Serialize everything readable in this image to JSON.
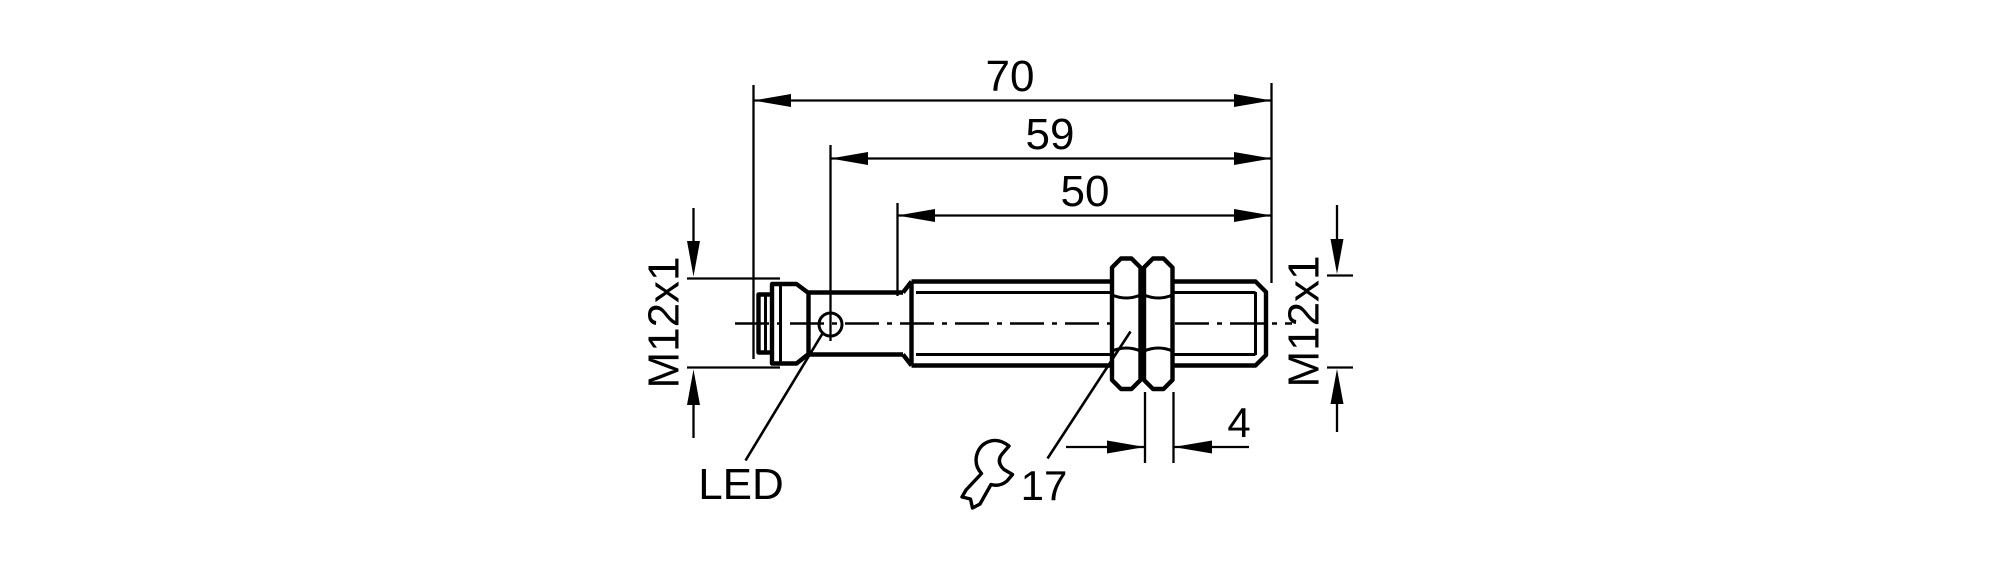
{
  "colors": {
    "line": "#000000",
    "background": "#ffffff"
  },
  "drawing": {
    "type": "sensor-dimension-drawing",
    "dims": {
      "total_length": "70",
      "length_to_led": "59",
      "thread_length": "50",
      "nut_width": "4",
      "wrench_size": "17",
      "thread_size_left": "M12x1",
      "thread_size_right": "M12x1"
    },
    "labels": {
      "led": "LED"
    },
    "icons": {
      "wrench": "open-end-wrench-icon",
      "led_indicator": "led-indicator-circle"
    }
  }
}
